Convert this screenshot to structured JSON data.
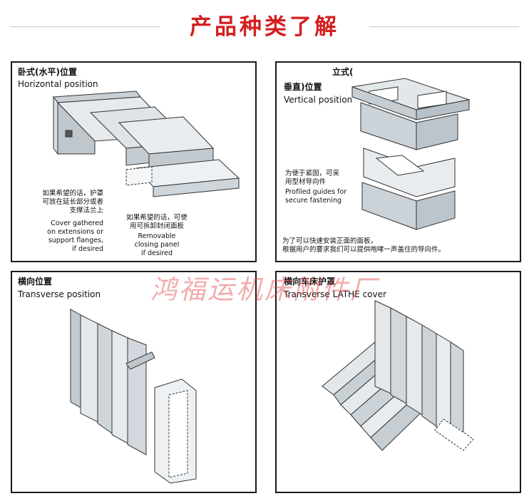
{
  "header": {
    "title": "产品种类了解",
    "accent_color": "#d41f1f"
  },
  "panels": {
    "horizontal": {
      "title_cn": "卧式(水平)位置",
      "title_en": "Horizontal position",
      "note1_cn": [
        "如果希望的话，护罩",
        "可放在延长部分或者",
        "支撑法兰上"
      ],
      "note1_en": [
        "Cover gathered",
        "on extensions or",
        "support flanges,",
        "if desired"
      ],
      "note2_cn": [
        "如果希望的话，可使",
        "用可拆卸封闭面板"
      ],
      "note2_en": [
        "Removable",
        "closing panel",
        "if desired"
      ]
    },
    "vertical": {
      "title_cn_1": "立式(",
      "title_cn_2": "垂直)位置",
      "title_en": "Vertical position",
      "note_cn": [
        "为便于紧固，可采",
        "用型材导向件"
      ],
      "note_en": [
        "Profiled guides for",
        "secure fastening"
      ],
      "bottom_cn": [
        "为了可以快速安装正面的面板，",
        "根据用户的要求我们可以提供咆哮一声盖住的导向件。"
      ]
    },
    "transverse": {
      "title_cn": "横向位置",
      "title_en": "Transverse position"
    },
    "lathe": {
      "title_cn": "横向车床护罩",
      "title_en": "Transverse LATHE cover"
    }
  },
  "watermark": {
    "text": "鸿福运机床附件厂",
    "color": "#e04646"
  },
  "icons": {
    "horizontal": "horizontal-way-cover-illustration",
    "vertical": "vertical-way-cover-illustration",
    "transverse": "transverse-way-cover-illustration",
    "lathe": "lathe-cover-illustration"
  }
}
